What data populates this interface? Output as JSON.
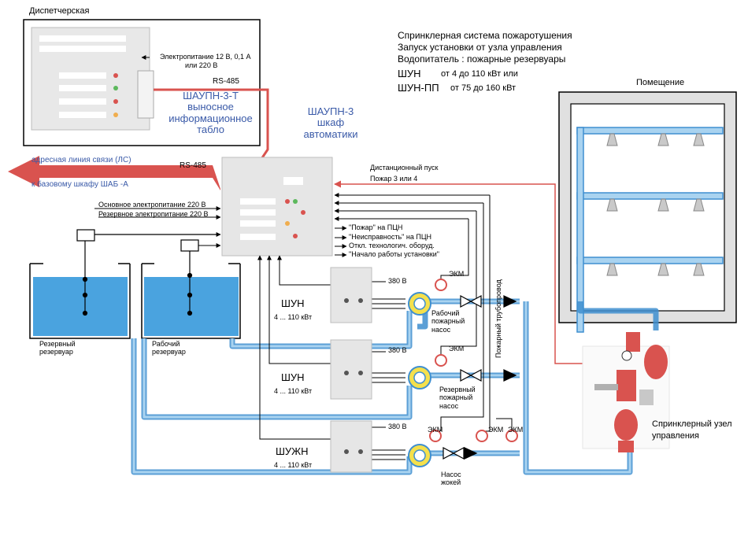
{
  "header": {
    "line1": "Спринклерная  система пожаротушения",
    "line2": "Запуск установки от узла управления",
    "line3": "Водопитатель  : пожарные резервуары",
    "shun_label": "ШУН",
    "shun_range": "от 4 до 110 кВт или",
    "shunpp_label": "ШУН-ПП",
    "shunpp_range": "от 75 до 160 кВт"
  },
  "dispatch": {
    "title": "Диспетчерская",
    "power_note_1": "Электропитание 12 В, 0,1 А",
    "power_note_2": "или 220 В"
  },
  "remote_board": {
    "line1": "ШАУПН-3-Т",
    "line2": "выносное",
    "line3": "информационное",
    "line4": "табло"
  },
  "cabinet": {
    "line1": "ШАУПН-3",
    "line2": "шкаф",
    "line3": "автоматики"
  },
  "rs485_top": "RS-485",
  "rs485_left": "RS-485",
  "bus": {
    "line1": "адресная    линия  связи  (ЛС)",
    "line2": "к  базовому    шкафу   ШАБ  -А"
  },
  "power": {
    "main": "Основное электропитание 220 В",
    "reserve": "Резервное электропитание 220 В"
  },
  "inputs": {
    "remote_start": "Дистанционный пуск",
    "fire": "Пожар 3 или 4"
  },
  "outputs": {
    "o1": "\"Пожар\" на ПЦН",
    "o2": "\"Неисправность\" на ПЦН",
    "o3": "Откл. технологич. оборуд.",
    "o4": "\"Начало работы установки\""
  },
  "room": {
    "title": "Помещение"
  },
  "tanks": {
    "reserve_1": "Резервный",
    "reserve_2": "резервуар",
    "work_1": "Рабочий",
    "work_2": "резервуар"
  },
  "units": [
    {
      "name": "ШУН",
      "range": "4 ... 110 кВт",
      "voltage": "380 В",
      "pump_1": "Рабочий",
      "pump_2": "пожарный",
      "pump_3": "насос"
    },
    {
      "name": "ШУН",
      "range": "4 ... 110 кВт",
      "voltage": "380 В",
      "pump_1": "Резервный",
      "pump_2": "пожарный",
      "pump_3": "насос"
    },
    {
      "name": "ШУЖН",
      "range": "4 ... 110 кВт",
      "voltage": "380 В",
      "pump_1": "Насос",
      "pump_2": "жокей"
    }
  ],
  "ekm": {
    "e1": "ЭКМ",
    "e2": "ЭКМ",
    "e3": "ЭКМ",
    "e4": "ЭКМ",
    "e5": "ЭКМ"
  },
  "pipeline": "Пожарный трубопровод",
  "valve_node": {
    "line1": "Спринклерный узел",
    "line2": "управления"
  },
  "colors": {
    "pipe": "#3f8fd0",
    "pipe_fill": "#a9d3f0",
    "signal_red": "#d9534f",
    "accent_blue": "#3a5aa8"
  }
}
